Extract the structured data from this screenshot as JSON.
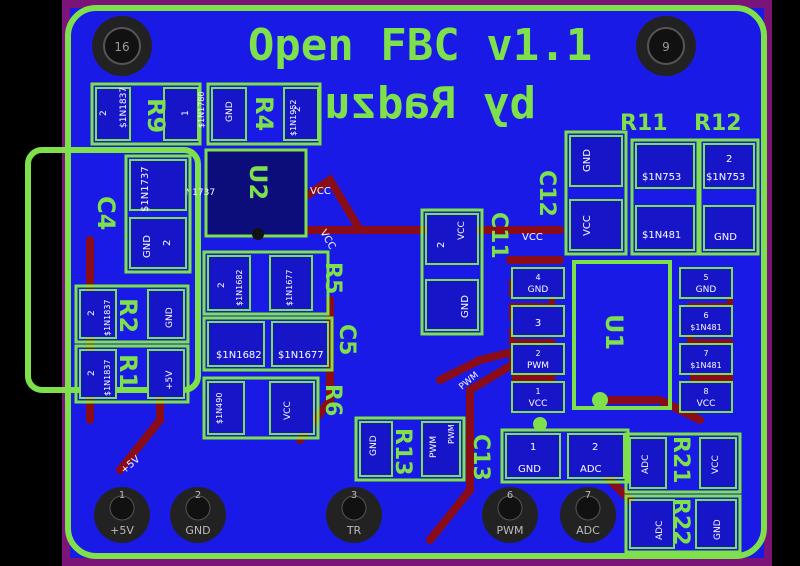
{
  "colors": {
    "background": "#000000",
    "copper_fill": "#1a1ae6",
    "board_edge": "#7a1478",
    "outline": "#7ee04a",
    "pad": "#1616c8",
    "trace": "#8a0c18",
    "silk_text": "#7ee04a",
    "net_text": "#ffffff",
    "hole_ring": "#222222"
  },
  "title": {
    "line1": "Open FBC v1.1",
    "line2": "by Radzu"
  },
  "mounting_holes": [
    {
      "id": "h16",
      "label": "16"
    },
    {
      "id": "h9",
      "label": "9"
    }
  ],
  "connectors": [
    {
      "num": "1",
      "net": "+5V"
    },
    {
      "num": "2",
      "net": "GND"
    },
    {
      "num": "3",
      "net": "TR"
    },
    {
      "num": "6",
      "net": "PWM"
    },
    {
      "num": "7",
      "net": "ADC"
    }
  ],
  "designators": {
    "r9": "R9",
    "r4": "R4",
    "u2": "U2",
    "c4": "C4",
    "r2": "R2",
    "r1": "R1",
    "r5": "R5",
    "c5": "C5",
    "r6": "R6",
    "r13": "R13",
    "c13": "C13",
    "c11": "C11",
    "c12": "C12",
    "u1": "U1",
    "r11": "R11",
    "r12": "R12",
    "r21": "R21",
    "r22": "R22"
  },
  "pad_labels": {
    "r9_p2": "2",
    "r9_p1": "1",
    "r9_v1": "$1N1837",
    "r9_v2": "$1N1780",
    "r4_p1": "GND",
    "r4_p2": "2",
    "r4_v1": "$1N1952",
    "c4_p1": "$1N1737",
    "c4_p2": "GND",
    "c4_n": "2",
    "r2_p2": "2",
    "r2_p1": "GND",
    "r2_v": "$1N1837",
    "r1_p2": "2",
    "r1_p1": "+5V",
    "r1_v": "$1N1837",
    "u2_n1": "$1N1737",
    "u2_n2": "VCC",
    "u2_n3": "VCC",
    "r5_p2": "2",
    "r5_v1": "$1N1682",
    "r5_v2": "$1N1677",
    "c5_p1": "$1N1682",
    "c5_p2": "$1N1677",
    "r6_p1": "$1N490",
    "r6_p2": "VCC",
    "r13_p1": "GND",
    "r13_p2": "PWM",
    "r13_n": "PWM",
    "c13_p1": "GND",
    "c13_p2": "ADC",
    "c13_n1": "1",
    "c13_n2": "2",
    "c11_p2": "2",
    "c11_p1": "GND",
    "c11_v": "VCC",
    "c12_p1": "GND",
    "c12_p2": "VCC",
    "u1_p4": "GND",
    "u1_p3": "3",
    "u1_p2": "PWM",
    "u1_p1": "VCC",
    "u1_p5": "GND",
    "u1_p6": "$1N481",
    "u1_p7": "$1N481",
    "u1_p8": "VCC",
    "u1_n4": "4",
    "u1_n2": "2",
    "u1_n1": "1",
    "u1_n5": "5",
    "u1_n6": "6",
    "u1_n7": "7",
    "u1_n8": "8",
    "r11_p1": "$1N753",
    "r11_p2": "$1N481",
    "r12_p1": "$1N753",
    "r12_p2": "GND",
    "r12_n": "2",
    "r21_p1": "ADC",
    "r21_p2": "VCC",
    "r22_p1": "ADC",
    "r22_p2": "GND",
    "vcc_trace": "VCC",
    "pwm_trace": "PWM",
    "plus5_trace": "+5V"
  }
}
